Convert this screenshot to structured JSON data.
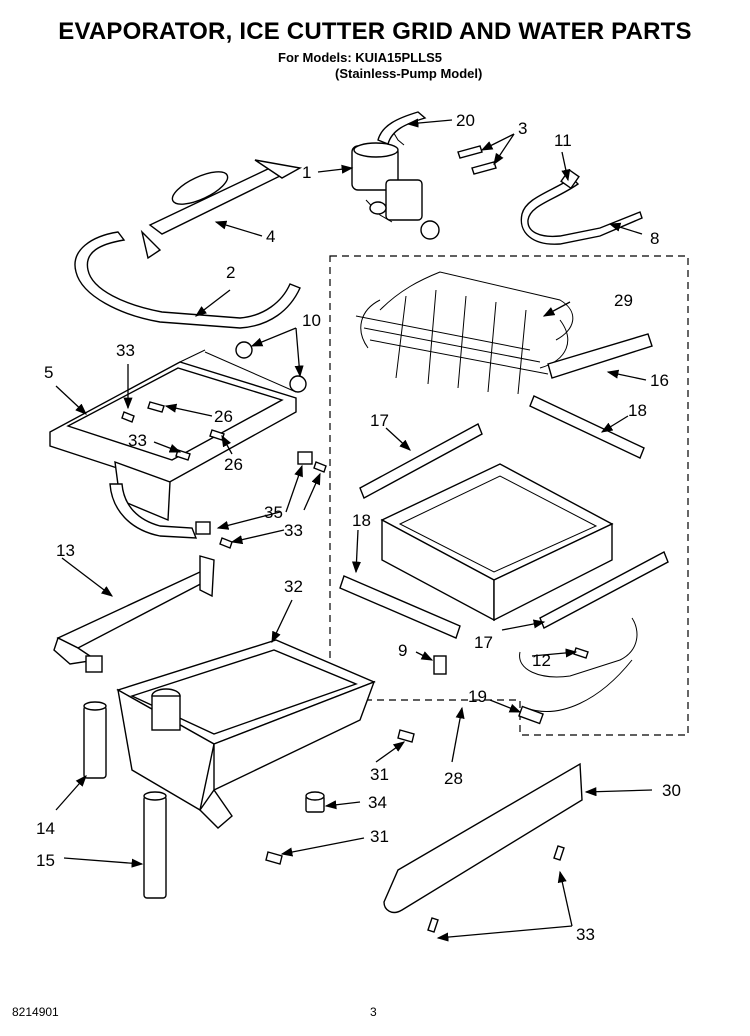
{
  "header": {
    "title": "EVAPORATOR, ICE CUTTER GRID AND WATER PARTS",
    "models": "For Models: KUIA15PLLS5",
    "variant": "(Stainless-Pump Model)"
  },
  "footer": {
    "doc_number": "8214901",
    "page_number": "3"
  },
  "callouts": {
    "c1": "1",
    "c2": "2",
    "c3": "3",
    "c4": "4",
    "c5": "5",
    "c8": "8",
    "c9": "9",
    "c10": "10",
    "c11": "11",
    "c12": "12",
    "c13": "13",
    "c14": "14",
    "c15": "15",
    "c16": "16",
    "c17a": "17",
    "c17b": "17",
    "c18a": "18",
    "c18b": "18",
    "c19": "19",
    "c20": "20",
    "c26a": "26",
    "c26b": "26",
    "c28": "28",
    "c29": "29",
    "c30": "30",
    "c31a": "31",
    "c31b": "31",
    "c32": "32",
    "c33a": "33",
    "c33b": "33",
    "c33c": "33",
    "c33d": "33",
    "c34": "34",
    "c35": "35"
  }
}
